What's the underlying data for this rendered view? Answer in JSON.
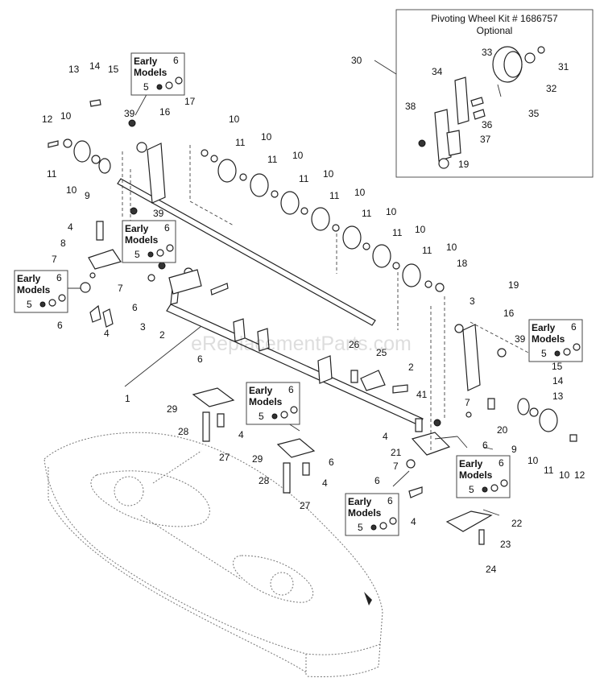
{
  "kit": {
    "title": "Pivoting Wheel Kit # 1686757",
    "subtitle": "Optional"
  },
  "early_models": {
    "label_line1": "Early",
    "label_line2": "Models"
  },
  "watermark": "eReplacementParts.com",
  "labels": {
    "n1": "1",
    "n2a": "2",
    "n2b": "2",
    "n3a": "3",
    "n3b": "3",
    "n4a": "4",
    "n4b": "4",
    "n4c": "4",
    "n4d": "4",
    "n4e": "4",
    "n6a": "6",
    "n6b": "6",
    "n6c": "6",
    "n6d": "6",
    "n6e": "6",
    "n7a": "7",
    "n7b": "7",
    "n7c": "7",
    "n7d": "7",
    "n8": "8",
    "n9a": "9",
    "n9b": "9",
    "n10a": "10",
    "n10b": "10",
    "n10c": "10",
    "n10d": "10",
    "n10e": "10",
    "n10f": "10",
    "n10g": "10",
    "n10h": "10",
    "n10i": "10",
    "n10j": "10",
    "n10k": "10",
    "n11a": "11",
    "n11b": "11",
    "n11c": "11",
    "n11d": "11",
    "n11e": "11",
    "n11f": "11",
    "n11g": "11",
    "n11h": "11",
    "n12a": "12",
    "n12b": "12",
    "n13a": "13",
    "n13b": "13",
    "n14a": "14",
    "n14b": "14",
    "n15a": "15",
    "n15b": "15",
    "n16a": "16",
    "n16b": "16",
    "n17": "17",
    "n18": "18",
    "n19a": "19",
    "n19b": "19",
    "n20": "20",
    "n21": "21",
    "n22": "22",
    "n23": "23",
    "n24": "24",
    "n25": "25",
    "n26": "26",
    "n27a": "27",
    "n27b": "27",
    "n28a": "28",
    "n28b": "28",
    "n29a": "29",
    "n29b": "29",
    "n30": "30",
    "n31": "31",
    "n32": "32",
    "n33": "33",
    "n34": "34",
    "n35": "35",
    "n36": "36",
    "n37": "37",
    "n38": "38",
    "n39a": "39",
    "n39b": "39",
    "n39c": "39",
    "n41": "41",
    "eb1_6": "6",
    "eb1_5": "5",
    "eb2_6": "6",
    "eb2_5": "5",
    "eb3_6": "6",
    "eb3_5": "5",
    "eb4_6": "6",
    "eb4_5": "5",
    "eb5_6": "6",
    "eb5_5": "5",
    "eb6_6": "6",
    "eb6_5": "5",
    "eb7_6": "6",
    "eb7_5": "5"
  }
}
